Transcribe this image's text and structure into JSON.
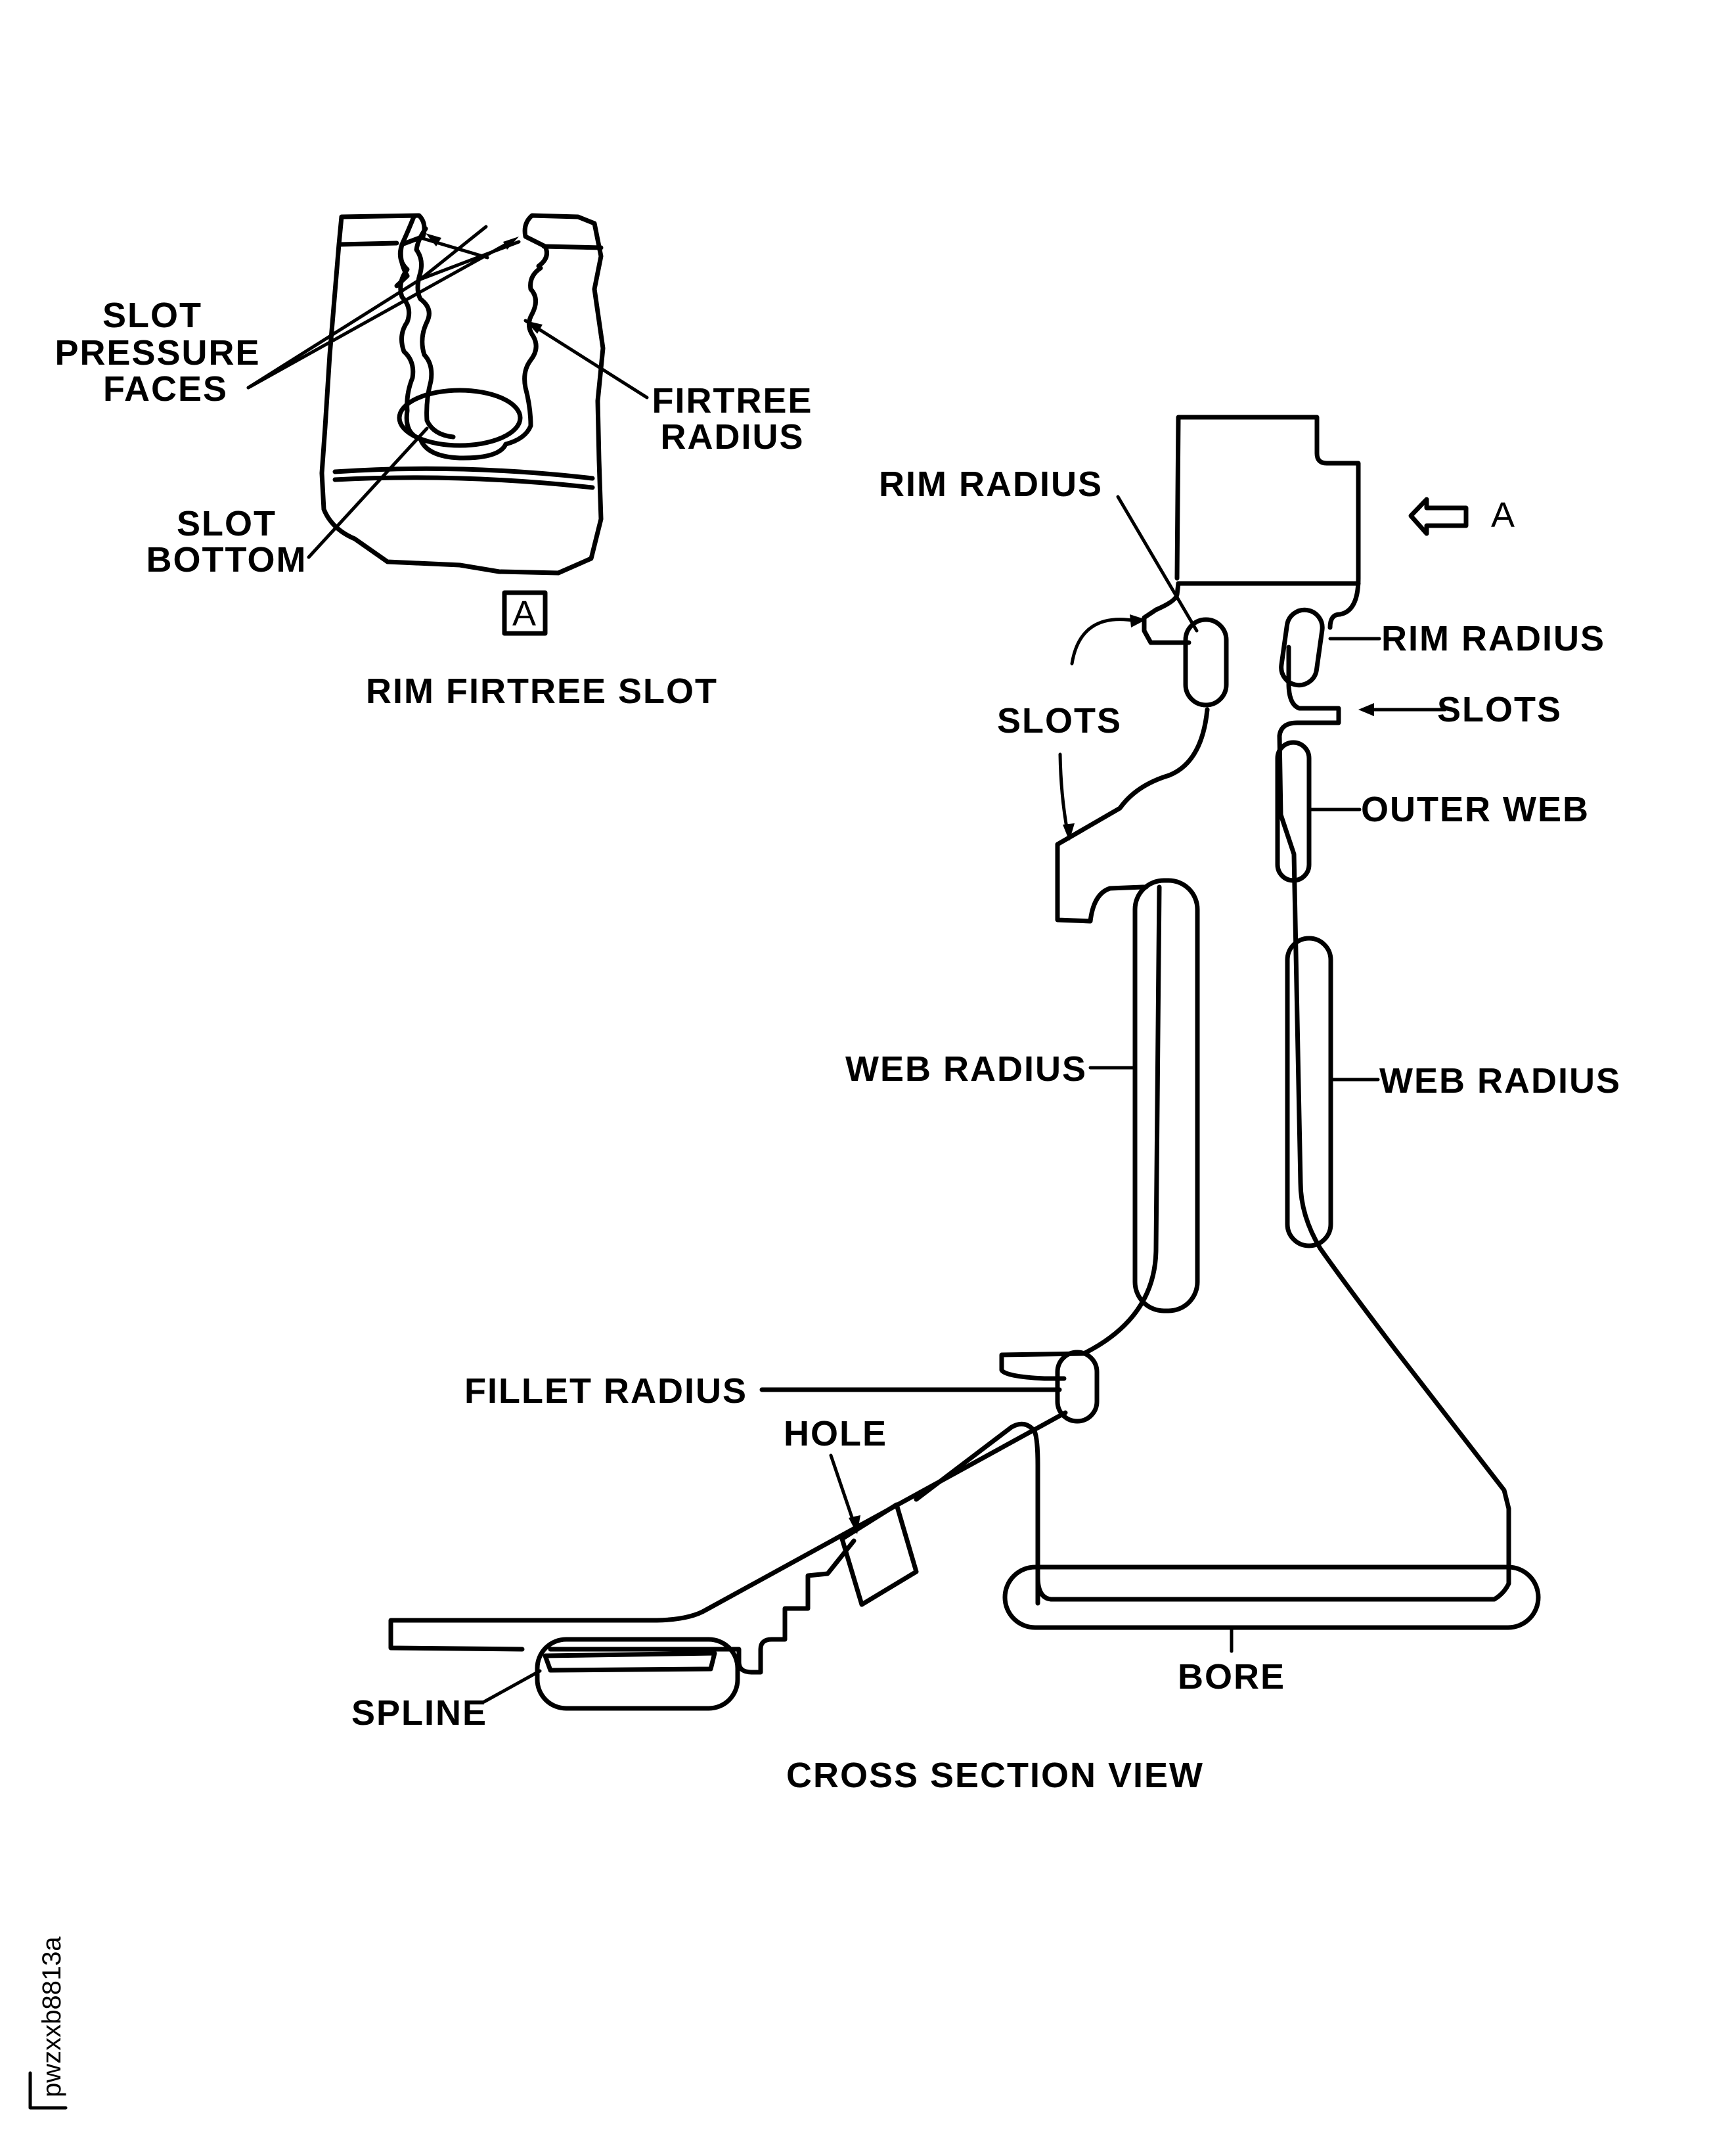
{
  "detail_view": {
    "labels": {
      "slot_pressure_faces": [
        "SLOT",
        "PRESSURE",
        "FACES"
      ],
      "firtree_radius": [
        "FIRTREE",
        "RADIUS"
      ],
      "slot_bottom": [
        "SLOT",
        "BOTTOM"
      ]
    },
    "view_marker": "A",
    "caption": "RIM FIRTREE SLOT"
  },
  "cross_section": {
    "labels": {
      "rim_radius_left": "RIM RADIUS",
      "rim_radius_right": "RIM RADIUS",
      "view_arrow": "A",
      "slots_left": "SLOTS",
      "slots_right": "SLOTS",
      "outer_web": "OUTER WEB",
      "web_radius_left": "WEB RADIUS",
      "web_radius_right": "WEB RADIUS",
      "fillet_radius": "FILLET RADIUS",
      "hole": "HOLE",
      "spline": "SPLINE",
      "bore": "BORE"
    },
    "caption": "CROSS SECTION VIEW"
  },
  "figure_id": "pwzxxb8813a"
}
